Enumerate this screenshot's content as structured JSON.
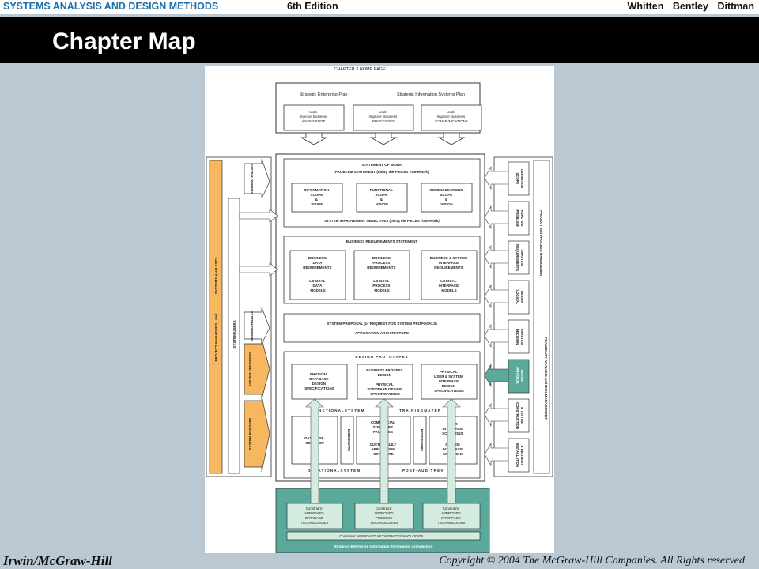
{
  "header": {
    "book_title": "SYSTEMS ANALYSIS AND DESIGN METHODS",
    "edition": "6th Edition",
    "authors": "Whitten Bentley Dittman"
  },
  "slide": {
    "title": "Chapter Map"
  },
  "footer": {
    "publisher": "Irwin/McGraw-Hill",
    "copyright": "Copyright © 2004 The McGraw-Hill Companies. All Rights reserved"
  },
  "diagram": {
    "home_page": "CHAPTER 3 HOME PAGE",
    "enterprise_plan": "Strategic Enterprise Plan",
    "is_plan": "Strategic Information Systems Plan",
    "goals": [
      [
        "Goal:",
        "Improve Business",
        "KNOWLEDGE"
      ],
      [
        "Goal:",
        "Improve Business",
        "PROCESSES"
      ],
      [
        "Goal:",
        "Improve Business",
        "COMMUNICATIONS"
      ]
    ],
    "statement_of_work": "STATEMENT OF WORK",
    "problem_statement": "PROBLEM STATEMENT (using the PIECES framework)",
    "scope": [
      [
        "INFORMATION",
        "SCOPE",
        "&",
        "VISION"
      ],
      [
        "FUNCTIONAL",
        "SCOPE",
        "&",
        "VISION"
      ],
      [
        "COMMUNICATIONS",
        "SCOPE",
        "&",
        "VISION"
      ]
    ],
    "improvement_objectives": "SYSTEM IMPROVEMENT OBJECTIVES (using the PIECES framework)",
    "business_requirements": "BUSINESS REQUIREMENTS STATEMENT",
    "requirements": [
      [
        "BUSINESS",
        "DATA",
        "REQUIREMENTS",
        "",
        "LOGICAL",
        "DATA",
        "MODELS"
      ],
      [
        "BUSINESS",
        "PROCESS",
        "REQUIREMENTS",
        "",
        "LOGICAL",
        "PROCESS",
        "MODELS"
      ],
      [
        "BUSINESS & SYSTEM",
        "INTERFACE",
        "REQUIREMENTS",
        "",
        "LOGICAL",
        "INTERFACE",
        "MODELS"
      ]
    ],
    "system_proposal": "SYSTEM PROPOSAL (or REQUEST FOR SYSTEM PROPOSALS)",
    "application_architecture": "APPLICATION ARCHITECTURE",
    "design_prototypes": "DESIGN PROTOTYPES",
    "design_specs": [
      [
        "PHYSICAL",
        "DATABASE",
        "DESIGN",
        "SPECIFICATIONS"
      ],
      [
        "BUSINESS PROCESS",
        "DESIGN",
        "",
        "PHYSICAL",
        "SOFTWARE DESIGN",
        "SPECIFICATIONS"
      ],
      [
        "PHYSICAL",
        "USER & SYSTEM",
        "INTERFACE",
        "DESIGN",
        "SPECIFICATIONS"
      ]
    ],
    "functional_system": "F   N C T I O N A L   S Y S T E M",
    "training_materials": "T R A I N I N G   M A T E R",
    "solutions": [
      [
        "DATABASE",
        "SOLUTION"
      ],
      [
        "COMMERCIAL",
        "SOFTWARE",
        "PACKAGES",
        "",
        "CUSTOM-BUILT",
        "APPLICATION",
        "SOFTWARE"
      ],
      [
        "USER",
        "INTERFACE",
        "SOLUTIONS",
        "",
        "SYSTEM",
        "INTERFACE",
        "SOLUTIONS"
      ]
    ],
    "middleware": "MIDDLEWARE",
    "operational_system": "O   E R A T I O N A L   S Y S T E M",
    "post_audit": "P O S T - A U D I T   R E V",
    "constraints": [
      [
        "Constraint:",
        "APPROVED",
        "DATABASE",
        "TECHNOLOGIES"
      ],
      [
        "Constraint:",
        "APPROVED",
        "PROCESS",
        "TECHNOLOGIES"
      ],
      [
        "Constraint:",
        "APPROVED",
        "INTERFACE",
        "TECHNOLOGIES"
      ]
    ],
    "network_constraint": "Constraint: APPROVED NETWORK TECHNOLOGIES",
    "it_architecture": "Strategic Enterprise Information Technology Architecture",
    "left_roles": [
      "PROJECT MANAGERS",
      "and",
      "SYSTEMS ANALYSTS"
    ],
    "system_users": "SYSTEM USERS",
    "owners": "SYSTEM OWNERS",
    "designers": "SYSTEM DESIGNERS",
    "builders": "SYSTEM BUILDERS",
    "phases": [
      [
        "SCOPE",
        "DEFINITION"
      ],
      [
        "PROBLEM",
        "ANALYSIS"
      ],
      [
        "REQUIREMENTS",
        "ANALYSIS"
      ],
      [
        "LOGICAL",
        "DESIGN"
      ],
      [
        "DECISION",
        "ANALYSIS"
      ],
      [
        "PHYSICAL",
        "DESIGN"
      ],
      [
        "CONSTRUCTION",
        "& TESTING"
      ],
      [
        "INSTALLATION",
        "& DELIVERY"
      ]
    ],
    "project_mgmt": "PROJECT and PROCESS MANAGEMENT",
    "feasibility": "FEASIBILITY ANALYSIS and RISK MANAGEMENT",
    "colors": {
      "orange": "#f6b75f",
      "teal": "#5aa99b",
      "light_green": "#d4ebe0",
      "border": "#333333"
    }
  }
}
